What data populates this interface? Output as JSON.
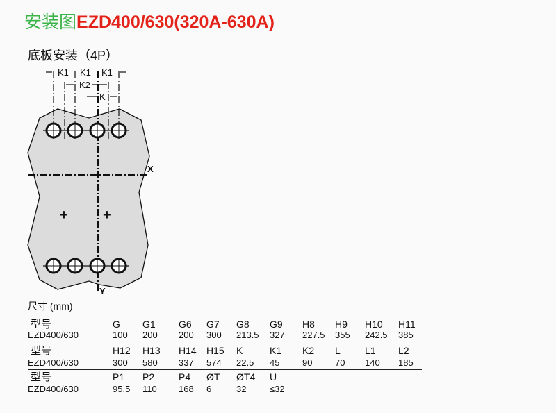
{
  "title": {
    "prefix": "安装图",
    "model": "EZD400/630(320A-630A)"
  },
  "subtitle": "底板安装（4P）",
  "diagram": {
    "labels": {
      "k1": "K1",
      "k2": "K2",
      "k": "K",
      "x_axis": "X",
      "y_axis": "Y"
    }
  },
  "table": {
    "unit": "尺寸 (mm)",
    "groups": [
      {
        "header_label": "型号",
        "headers": [
          "G",
          "G1",
          "G6",
          "G7",
          "G8",
          "G9",
          "H8",
          "H9",
          "H10",
          "H11"
        ],
        "model": "EZD400/630",
        "values": [
          "100",
          "200",
          "200",
          "300",
          "213.5",
          "327",
          "227.5",
          "355",
          "242.5",
          "385"
        ]
      },
      {
        "header_label": "型号",
        "headers": [
          "H12",
          "H13",
          "H14",
          "H15",
          "K",
          "K1",
          "K2",
          "L",
          "L1",
          "L2"
        ],
        "model": "EZD400/630",
        "values": [
          "300",
          "580",
          "337",
          "574",
          "22.5",
          "45",
          "90",
          "70",
          "140",
          "185"
        ]
      },
      {
        "header_label": "型号",
        "headers": [
          "P1",
          "P2",
          "P4",
          "ØT",
          "ØT4",
          "U"
        ],
        "model": "EZD400/630",
        "values": [
          "95.5",
          "110",
          "168",
          "6",
          "32",
          "≤32"
        ]
      }
    ]
  }
}
